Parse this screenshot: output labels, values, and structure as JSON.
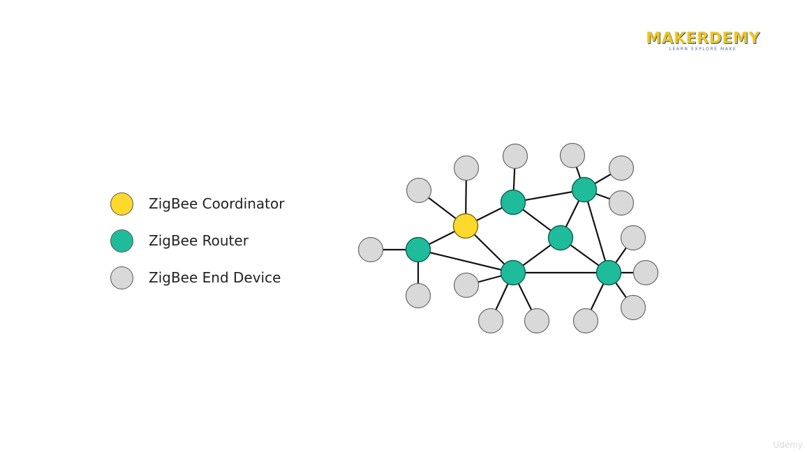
{
  "logo": {
    "name": "MAKERDEMY",
    "tagline": "LEARN EXPLORE MAKE"
  },
  "legend": [
    {
      "label": "ZigBee Coordinator",
      "color": "#fcd92b"
    },
    {
      "label": "ZigBee Router",
      "color": "#1fbc9b"
    },
    {
      "label": "ZigBee End Device",
      "color": "#d9d9d9"
    }
  ],
  "watermark": "Udemy",
  "colors": {
    "coordinator": "#fcd92b",
    "router": "#1fbc9b",
    "end_device": "#d9d9d9",
    "stroke": "#111111"
  }
}
